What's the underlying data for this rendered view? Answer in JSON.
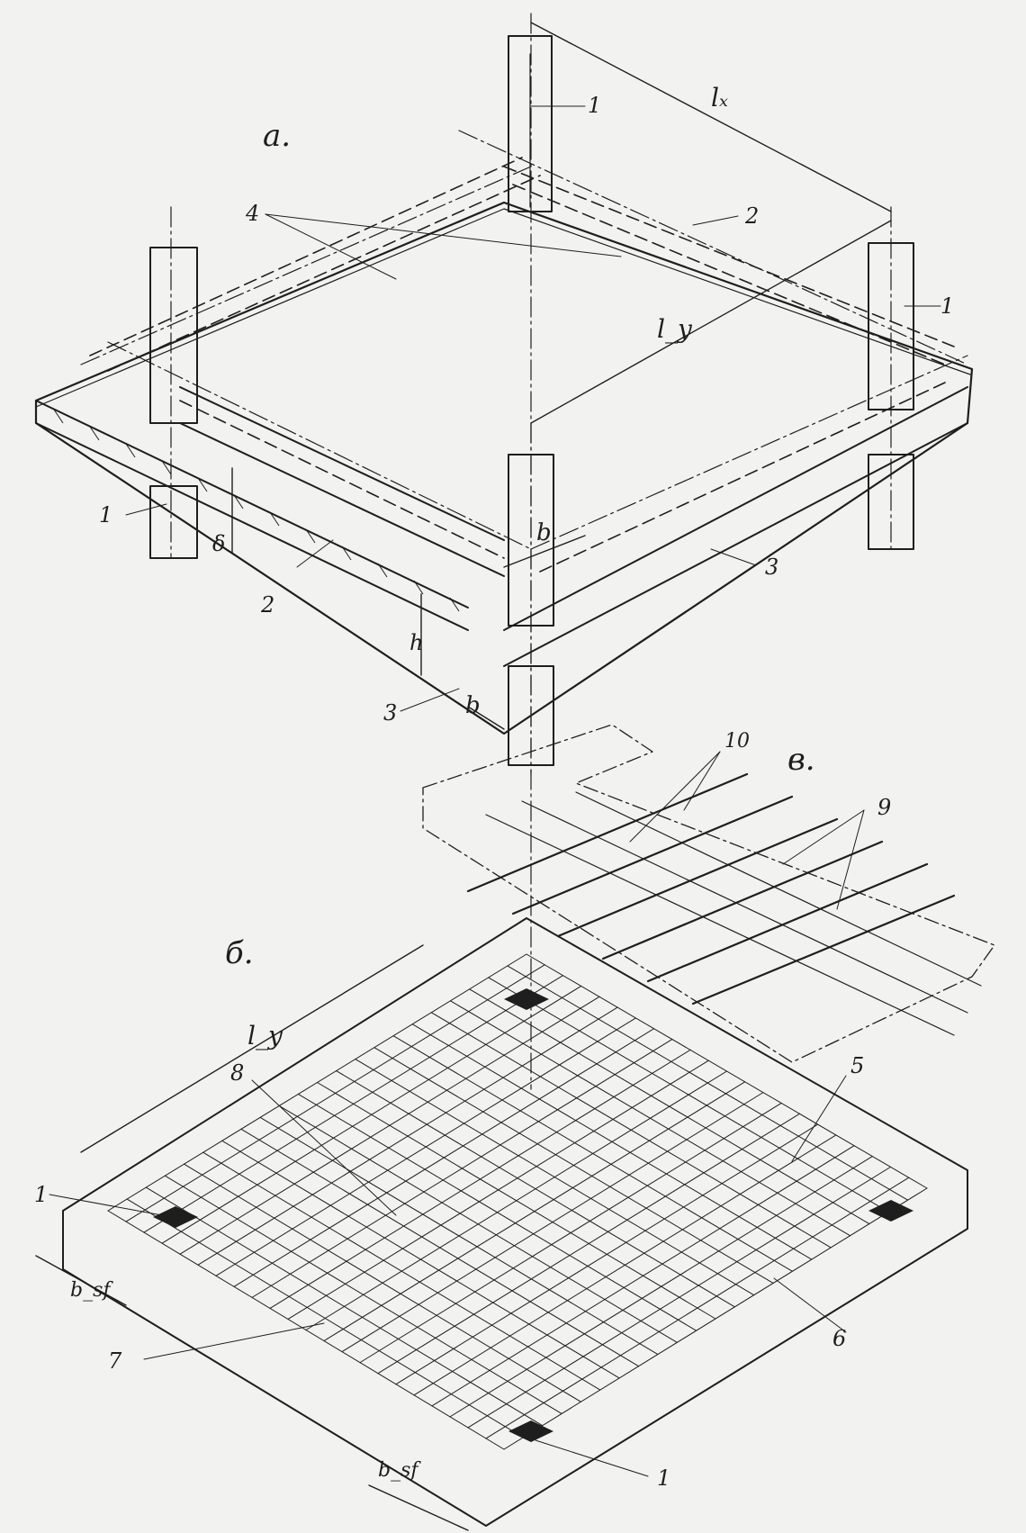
{
  "labels": {
    "section_a": "а.",
    "section_b": "б.",
    "section_c": "в.",
    "dim_lx": "lₓ",
    "dim_ly": "l_y",
    "dim_ly_plan": "l_y",
    "dim_b": "b",
    "dim_b2": "b",
    "dim_h": "h",
    "dim_delta": "δ",
    "dim_bsf": "b_sf",
    "dim_bsf2": "b_sf"
  },
  "callouts": {
    "col_top": "1",
    "col_right": "1",
    "col_left": "1",
    "col_plan_left": "1",
    "col_plan_bottom": "1",
    "slab_top": "2",
    "slab_section": "2",
    "beam_front": "3",
    "beam_section": "3",
    "beam_axes": "4",
    "mesh_beam": "5",
    "frame_beam": "6",
    "mesh_bottom": "7",
    "mesh_top": "8",
    "mesh_c_9": "9",
    "mesh_c_10": "10"
  },
  "colors": {
    "ink": "#1e1e1e",
    "paper": "#f2f2f0"
  }
}
